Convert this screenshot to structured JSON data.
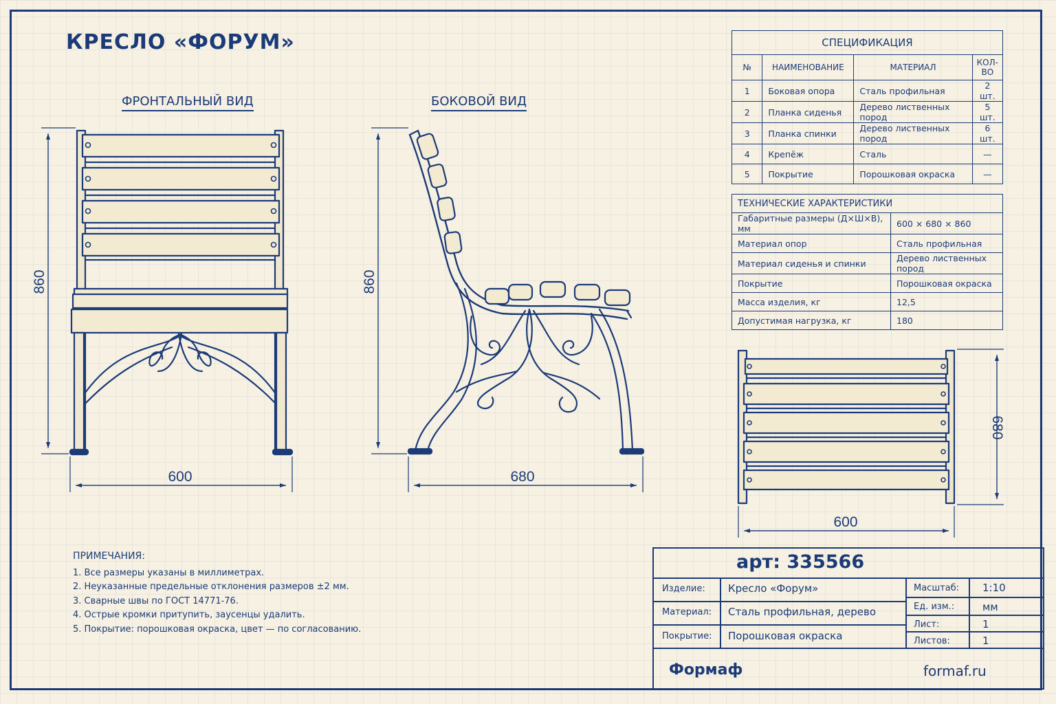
{
  "title": "КРЕСЛО «ФОРУМ»",
  "views": {
    "front": "ФРОНТАЛЬНЫЙ ВИД",
    "side": "БОКОВОЙ ВИД"
  },
  "dimensions": {
    "front_height": "860",
    "front_width": "600",
    "side_height": "860",
    "side_width": "680",
    "top_depth": "680",
    "top_width": "600"
  },
  "spec": {
    "title": "СПЕЦИФИКАЦИЯ",
    "headers": [
      "№",
      "НАИМЕНОВАНИЕ",
      "МАТЕРИАЛ",
      "КОЛ-ВО"
    ],
    "rows": [
      [
        "1",
        "Боковая опора",
        "Сталь профильная",
        "2 шт."
      ],
      [
        "2",
        "Планка сиденья",
        "Дерево лиственных пород",
        "5 шт."
      ],
      [
        "3",
        "Планка спинки",
        "Дерево лиственных пород",
        "6 шт."
      ],
      [
        "4",
        "Крепёж",
        "Сталь",
        "—"
      ],
      [
        "5",
        "Покрытие",
        "Порошковая окраска",
        "—"
      ]
    ]
  },
  "tech": {
    "title": "ТЕХНИЧЕСКИЕ ХАРАКТЕРИСТИКИ",
    "rows": [
      [
        "Габаритные размеры (Д×Ш×В), мм",
        "600 × 680 × 860"
      ],
      [
        "Материал опор",
        "Сталь профильная"
      ],
      [
        "Материал сиденья и спинки",
        "Дерево лиственных пород"
      ],
      [
        "Покрытие",
        "Порошковая окраска"
      ],
      [
        "Масса изделия, кг",
        "12,5"
      ],
      [
        "Допустимая нагрузка, кг",
        "180"
      ]
    ]
  },
  "notes": {
    "title": "ПРИМЕЧАНИЯ:",
    "items": [
      "1.  Все размеры указаны в миллиметрах.",
      "2.  Неуказанные предельные отклонения размеров ±2 мм.",
      "3.  Сварные швы по ГОСТ 14771-76.",
      "4.  Острые кромки притупить, заусенцы удалить.",
      "5.  Покрытие: порошковая окраска, цвет — по согласованию."
    ]
  },
  "stamp": {
    "art": "арт: 335566",
    "product_label": "Изделие:",
    "product": "Кресло «Форум»",
    "material_label": "Материал:",
    "material": "Сталь профильная, дерево",
    "coating_label": "Покрытие:",
    "coating": "Порошковая окраска",
    "scale_label": "Масштаб:",
    "scale": "1:10",
    "unit_label": "Ед. изм.:",
    "unit": "мм",
    "sheet_label": "Лист:",
    "sheet": "1",
    "sheets_label": "Листов:",
    "sheets": "1",
    "brand": "Формаф",
    "site": "formaf.ru"
  },
  "colors": {
    "ink": "#1b3a78",
    "paper": "#f6f1e2"
  }
}
